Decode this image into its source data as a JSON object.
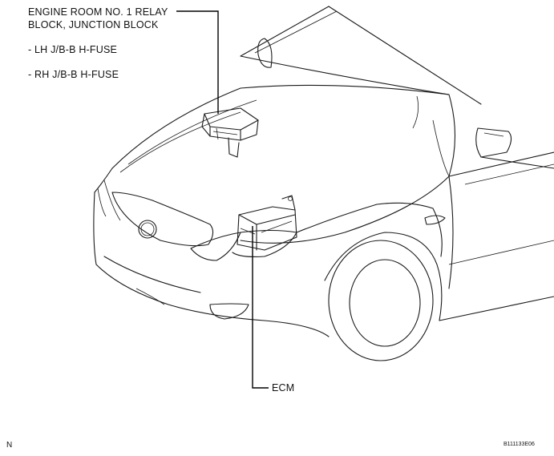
{
  "labels": {
    "relay_block_line1": "ENGINE ROOM NO. 1 RELAY",
    "relay_block_line2": "BLOCK, JUNCTION BLOCK",
    "lh_fuse": "- LH J/B-B H-FUSE",
    "rh_fuse": "- RH J/B-B H-FUSE",
    "ecm": "ECM"
  },
  "footer": {
    "left_mark": "N",
    "figure_code": "B111133E06"
  }
}
